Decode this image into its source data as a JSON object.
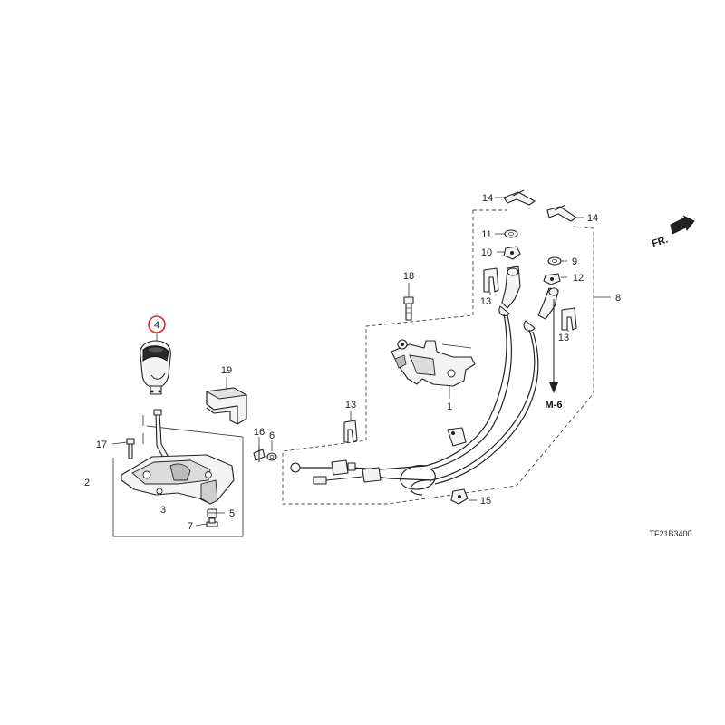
{
  "diagram_code": "TF21B3400",
  "direction_label": "FR.",
  "reference_label": "M-6",
  "highlight_color": "#d42b2b",
  "callouts": {
    "c1": "1",
    "c2": "2",
    "c3": "3",
    "c4": "4",
    "c5": "5",
    "c6": "6",
    "c7": "7",
    "c8": "8",
    "c9": "9",
    "c10": "10",
    "c11": "11",
    "c12": "12",
    "c13a": "13",
    "c13b": "13",
    "c13c": "13",
    "c14a": "14",
    "c14b": "14",
    "c15": "15",
    "c16": "16",
    "c17": "17",
    "c18": "18",
    "c19": "19"
  }
}
